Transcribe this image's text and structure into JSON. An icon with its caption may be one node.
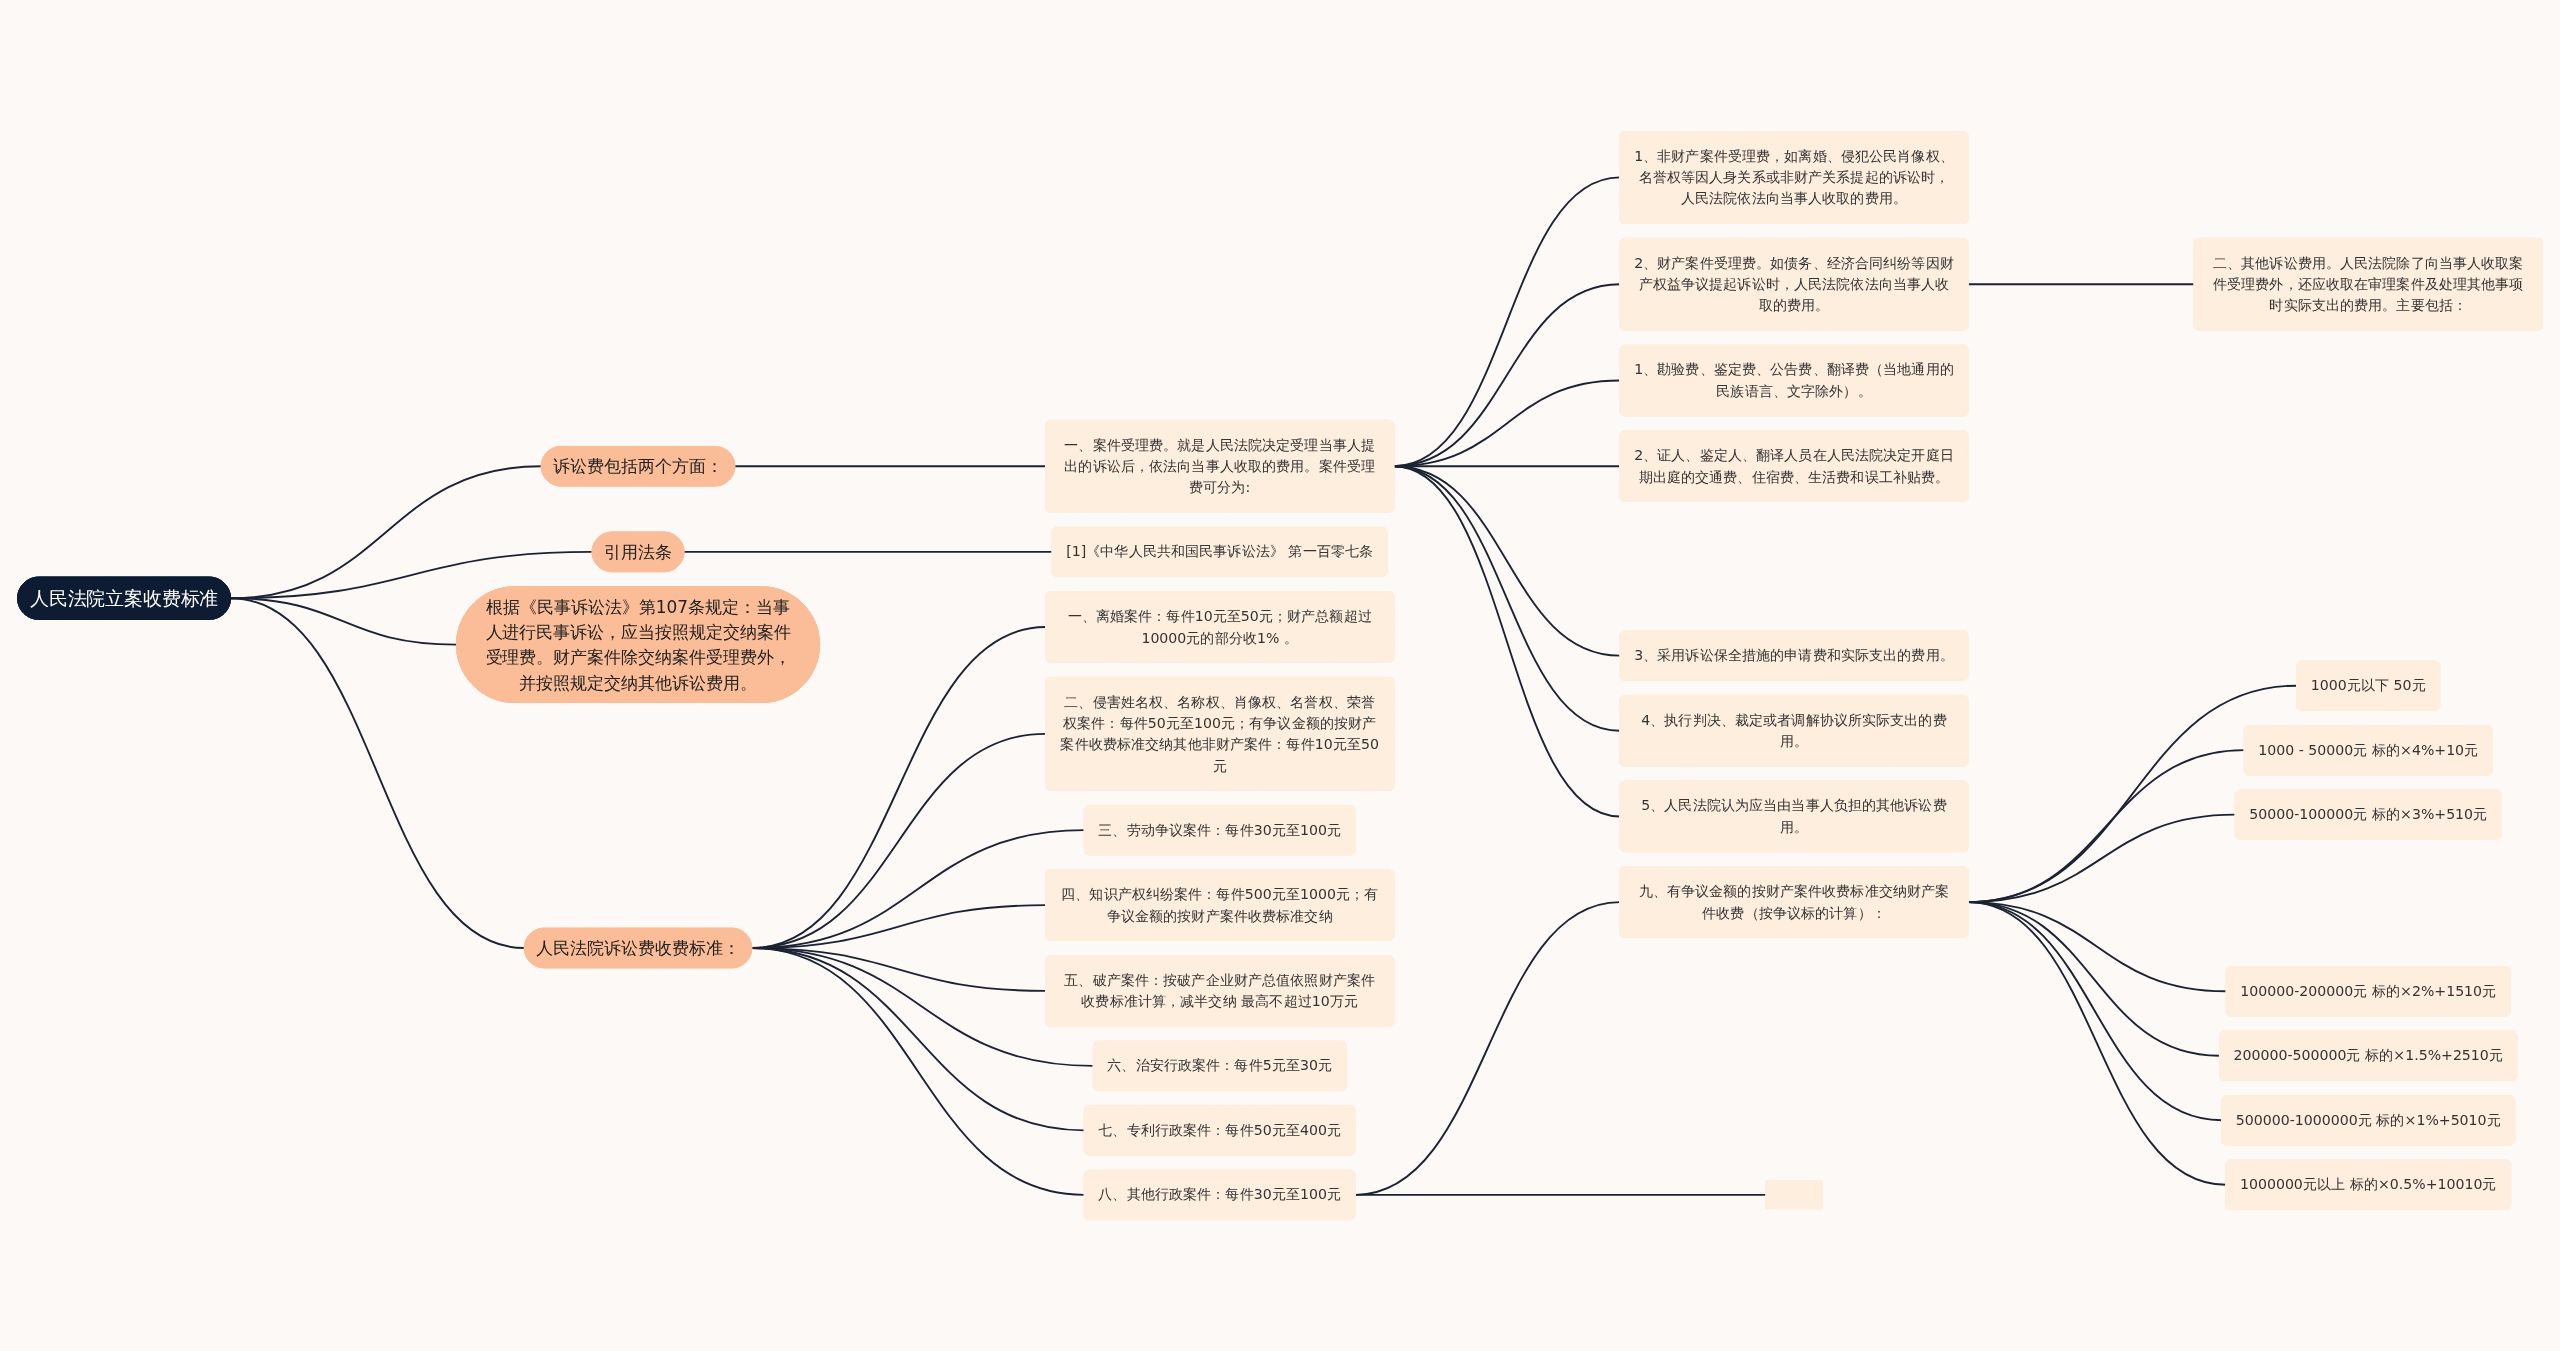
{
  "diagram": {
    "nodes": [
      {
        "text": [
          "人民法院立案收费标准"
        ]
      },
      {
        "text": [
          "诉讼费包括两个方面："
        ]
      },
      {
        "text": [
          "一、案件受理费。就是人民法院决定受理当事人提出的诉讼后，依法向当事人收取的费用。案件受理费可分为:"
        ]
      },
      {
        "text": [
          "1、非财产案件受理费，如离婚、侵犯公民肖像权、名誉权等因人身关系或非财产关系提起的诉讼时，人民法院依法向当事人收取的费用。"
        ]
      },
      {
        "text": [
          "2、财产案件受理费。如债务、经济合同纠纷等因财产权益争议提起诉讼时，人民法院依法向当事人收取的费用。"
        ]
      },
      {
        "text": [
          "二、其他诉讼费用。人民法院除了向当事人收取案件受理费外，还应收取在审理案件及处理其他事项时实际支出的费用。主要包括："
        ]
      },
      {
        "text": [
          "1、勘验费、鉴定费、公告费、翻译费（当地通用的民族语言、文字除外）。"
        ]
      },
      {
        "text": [
          "2、证人、鉴定人、翻译人员在人民法院决定开庭日期出庭的交通费、住宿费、生活费和误工补贴费。"
        ]
      },
      {
        "text": [
          "3、采用诉讼保全措施的申请费和实际支出的费用。"
        ]
      },
      {
        "text": [
          "4、执行判决、裁定或者调解协议所实际支出的费用。"
        ]
      },
      {
        "text": [
          "5、人民法院认为应当由当事人负担的其他诉讼费用。"
        ]
      },
      {
        "text": [
          "引用法条"
        ]
      },
      {
        "text": [
          "[1]《中华人民共和国民事诉讼法》 第一百零七条"
        ]
      },
      {
        "text": [
          "根据《民事诉讼法》第107条规定：当事人进行民事诉讼，应当按照规定交纳案件受理费。财产案件除交纳案件受理费外，并按照规定交纳其他诉讼费用。"
        ]
      },
      {
        "text": [
          "人民法院诉讼费收费标准："
        ]
      },
      {
        "text": [
          "一、离婚案件：每件10元至50元；财产总额超过10000元的部分收1% 。"
        ]
      },
      {
        "text": [
          "二、侵害姓名权、名称权、肖像权、名誉权、荣誉权案件：每件50元至100元；有争议金额的按财产案件收费标准交纳其他非财产案件：每件10元至50元"
        ]
      },
      {
        "text": [
          "三、劳动争议案件：每件30元至100元"
        ]
      },
      {
        "text": [
          "四、知识产权纠纷案件：每件500元至1000元；有争议金额的按财产案件收费标准交纳"
        ]
      },
      {
        "text": [
          "五、破产案件：按破产企业财产总值依照财产案件收费标准计算，减半交纳 最高不超过10万元"
        ]
      },
      {
        "text": [
          "六、治安行政案件：每件5元至30元"
        ]
      },
      {
        "text": [
          "七、专利行政案件：每件50元至400元"
        ]
      },
      {
        "text": [
          "八、其他行政案件：每件30元至100元"
        ]
      },
      {
        "text": [
          "九、有争议金额的按财产案件收费标准交纳财产案件收费（按争议标的计算）："
        ]
      },
      {
        "text": [
          "1000元以下 50元"
        ]
      },
      {
        "text": [
          "1000 - 50000元 标的×4%+10元"
        ]
      },
      {
        "text": [
          "50000-100000元 标的×3%+510元"
        ]
      },
      {
        "text": [
          "100000-200000元 标的×2%+1510元"
        ]
      },
      {
        "text": [
          "200000-500000元 标的×1.5%+2510元"
        ]
      },
      {
        "text": [
          "500000-1000000元 标的×1%+5010元"
        ]
      },
      {
        "text": [
          "1000000元以上 标的×0.5%+10010元"
        ]
      },
      {
        "text": [],
        "shape": "box"
      }
    ],
    "edges": [
      {
        "from": 0,
        "to": 1,
        "arrow": "none"
      },
      {
        "from": 1,
        "to": 2,
        "arrow": "none"
      },
      {
        "from": 2,
        "to": 3,
        "arrow": "none"
      },
      {
        "from": 2,
        "to": 4,
        "arrow": "none"
      },
      {
        "from": 4,
        "to": 5,
        "arrow": "none"
      },
      {
        "from": 2,
        "to": 6,
        "arrow": "none"
      },
      {
        "from": 2,
        "to": 7,
        "arrow": "none"
      },
      {
        "from": 2,
        "to": 8,
        "arrow": "none"
      },
      {
        "from": 2,
        "to": 9,
        "arrow": "none"
      },
      {
        "from": 2,
        "to": 10,
        "arrow": "none"
      },
      {
        "from": 0,
        "to": 11,
        "arrow": "none"
      },
      {
        "from": 11,
        "to": 12,
        "arrow": "none"
      },
      {
        "from": 0,
        "to": 13,
        "arrow": "none"
      },
      {
        "from": 0,
        "to": 14,
        "arrow": "none"
      },
      {
        "from": 14,
        "to": 15,
        "arrow": "none"
      },
      {
        "from": 14,
        "to": 16,
        "arrow": "none"
      },
      {
        "from": 14,
        "to": 17,
        "arrow": "none"
      },
      {
        "from": 14,
        "to": 18,
        "arrow": "none"
      },
      {
        "from": 14,
        "to": 19,
        "arrow": "none"
      },
      {
        "from": 14,
        "to": 20,
        "arrow": "none"
      },
      {
        "from": 14,
        "to": 21,
        "arrow": "none"
      },
      {
        "from": 14,
        "to": 22,
        "arrow": "none"
      },
      {
        "from": 22,
        "to": 23,
        "arrow": "none"
      },
      {
        "from": 22,
        "to": 31,
        "arrow": "none"
      },
      {
        "from": 23,
        "to": 24,
        "arrow": "none"
      },
      {
        "from": 23,
        "to": 25,
        "arrow": "none"
      },
      {
        "from": 23,
        "to": 26,
        "arrow": "none"
      },
      {
        "from": 23,
        "to": 27,
        "arrow": "none"
      },
      {
        "from": 23,
        "to": 28,
        "arrow": "none"
      },
      {
        "from": 23,
        "to": 29,
        "arrow": "none"
      },
      {
        "from": 23,
        "to": 30,
        "arrow": "none"
      }
    ]
  }
}
